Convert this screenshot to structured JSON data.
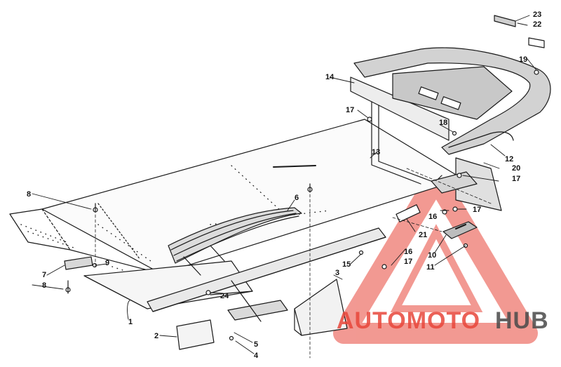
{
  "diagram": {
    "callouts": [
      {
        "id": "c1",
        "label": "1"
      },
      {
        "id": "c2",
        "label": "2"
      },
      {
        "id": "c3",
        "label": "3"
      },
      {
        "id": "c4",
        "label": "4"
      },
      {
        "id": "c5",
        "label": "5"
      },
      {
        "id": "c6",
        "label": "6"
      },
      {
        "id": "c7",
        "label": "7"
      },
      {
        "id": "c8a",
        "label": "8"
      },
      {
        "id": "c8b",
        "label": "8"
      },
      {
        "id": "c9",
        "label": "9"
      },
      {
        "id": "c10",
        "label": "10"
      },
      {
        "id": "c11",
        "label": "11"
      },
      {
        "id": "c12",
        "label": "12"
      },
      {
        "id": "c13",
        "label": "13"
      },
      {
        "id": "c14",
        "label": "14"
      },
      {
        "id": "c15",
        "label": "15"
      },
      {
        "id": "c16a",
        "label": "16"
      },
      {
        "id": "c16b",
        "label": "16"
      },
      {
        "id": "c17a",
        "label": "17"
      },
      {
        "id": "c17b",
        "label": "17"
      },
      {
        "id": "c17c",
        "label": "17"
      },
      {
        "id": "c17d",
        "label": "17"
      },
      {
        "id": "c18",
        "label": "18"
      },
      {
        "id": "c19",
        "label": "19"
      },
      {
        "id": "c20",
        "label": "20"
      },
      {
        "id": "c21",
        "label": "21"
      },
      {
        "id": "c22",
        "label": "22"
      },
      {
        "id": "c23",
        "label": "23"
      },
      {
        "id": "c24",
        "label": "24"
      }
    ]
  },
  "watermark": {
    "brand_part1": "AUTOMOTO",
    "brand_part2": "HUB",
    "color_primary": "#e8463a",
    "color_secondary": "#4a4a4a"
  }
}
